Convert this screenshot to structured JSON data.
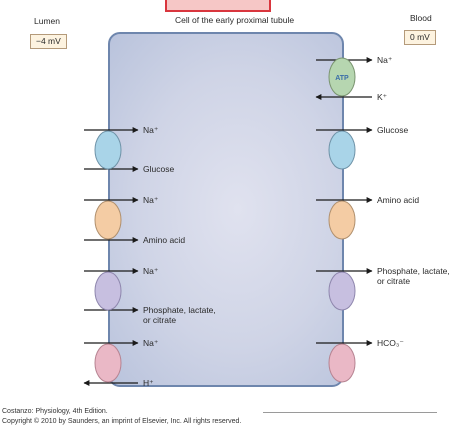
{
  "header": {
    "cell_title": "Cell of the early proximal tubule"
  },
  "lumen": {
    "label": "Lumen",
    "potential": "−4 mV",
    "transporters": [
      {
        "color": "#a9d4e8",
        "labels": [
          "Na⁺",
          "Glucose"
        ]
      },
      {
        "color": "#f4cca4",
        "labels": [
          "Na⁺",
          "Amino acid"
        ]
      },
      {
        "color": "#c7bfe0",
        "labels": [
          "Na⁺",
          "Phosphate, lactate, or citrate"
        ]
      },
      {
        "color": "#eab8c6",
        "labels": [
          "Na⁺",
          "H⁺"
        ]
      }
    ]
  },
  "blood": {
    "label": "Blood",
    "potential": "0 mV",
    "pump": {
      "label": "ATP",
      "color": "#b6d6b0",
      "labels": [
        "Na⁺",
        "K⁺"
      ]
    },
    "transporters": [
      {
        "color": "#a9d4e8",
        "label": "Glucose"
      },
      {
        "color": "#f4cca4",
        "label": "Amino acid"
      },
      {
        "color": "#c7bfe0",
        "label": "Phosphate, lactate, or citrate"
      },
      {
        "color": "#eab8c6",
        "label": "HCO₃⁻"
      }
    ]
  },
  "footer": {
    "line1": "Costanzo: Physiology, 4th Edition.",
    "line2": "Copyright © 2010 by Saunders, an imprint of Elsevier, Inc. All rights reserved."
  }
}
